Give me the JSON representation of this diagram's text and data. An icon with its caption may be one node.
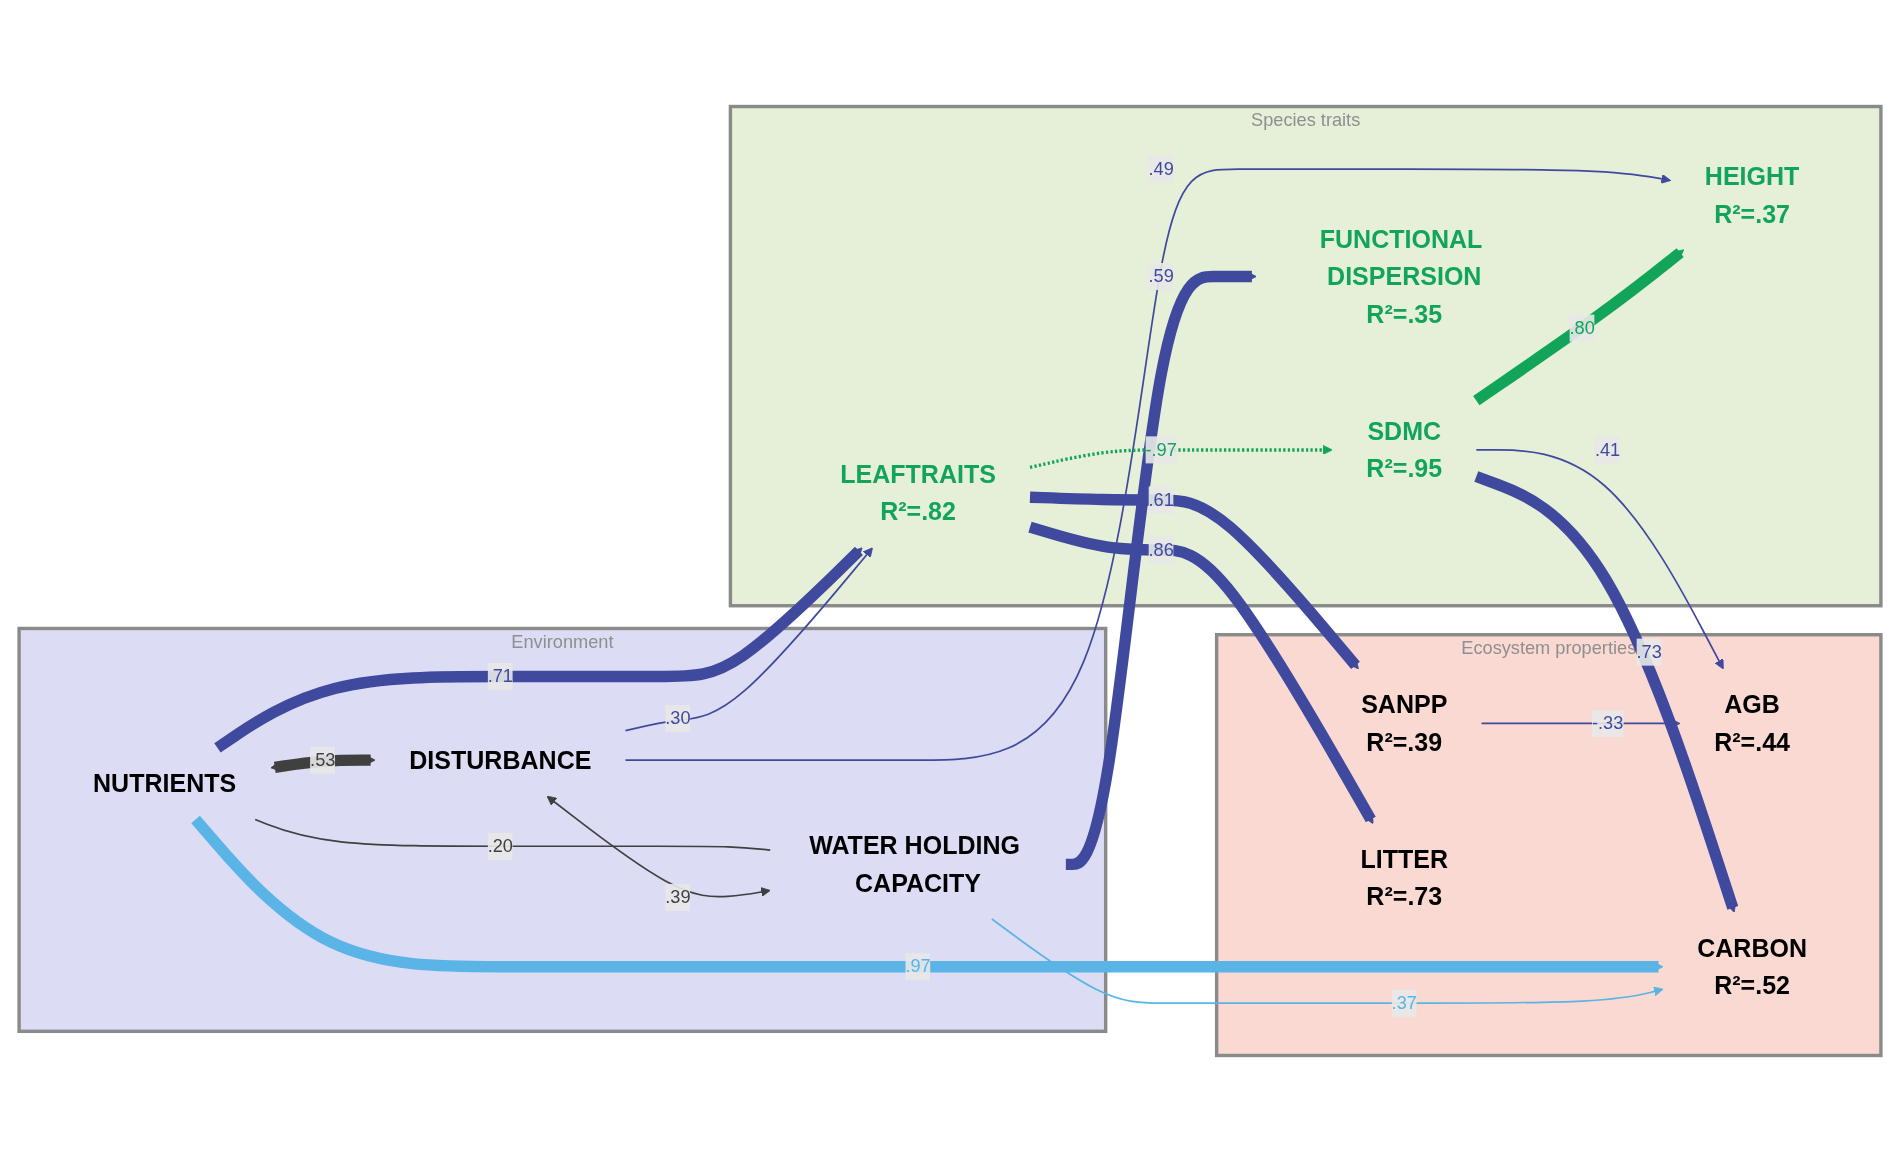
{
  "diagram": {
    "nodes": [
      {
        "text": [
          "Environment"
        ]
      },
      {
        "text": [
          "Species traits"
        ]
      },
      {
        "text": [
          "Ecosystem properties"
        ]
      },
      {
        "text": [
          "NUTRIENTS"
        ],
        "in": 0
      },
      {
        "text": [
          "DISTURBANCE"
        ],
        "in": 0
      },
      {
        "text": [
          "WATER HOLDING CAPACITY"
        ],
        "in": 0
      },
      {
        "text": [
          "SDMC"
        ],
        "in": 1,
        "beside": [
          "R²=.95"
        ]
      },
      {
        "text": [
          "HEIGHT"
        ],
        "in": 1,
        "beside": [
          "R²=.37"
        ]
      },
      {
        "text": [
          "LEAFTRAITS"
        ],
        "in": 1,
        "beside": [
          "R²=.82"
        ]
      },
      {
        "text": [
          "FUNCTIONAL DISPERSION"
        ],
        "in": 1,
        "beside": [
          "R²=.35"
        ]
      },
      {
        "text": [
          "AGB"
        ],
        "in": 2,
        "beside": [
          "R²=.44"
        ]
      },
      {
        "text": [
          "SANPP"
        ],
        "in": 2,
        "beside": [
          "R²=.39"
        ]
      },
      {
        "text": [
          "LITTER"
        ],
        "in": 2,
        "beside": [
          "R²=.73"
        ]
      },
      {
        "text": [
          "CARBON"
        ],
        "in": 2,
        "beside": [
          "R²=.52"
        ]
      }
    ],
    "edges": [
      {
        "from": 3,
        "to": 4,
        "arrow": "both",
        "label": ".53",
        "style": "thick",
        "color": "#404040"
      },
      {
        "from": 3,
        "to": 5,
        "arrow": "none",
        "label": ".20",
        "color": "#404040"
      },
      {
        "from": 4,
        "to": 5,
        "arrow": "both",
        "label": ".39",
        "color": "#404040"
      },
      {
        "from": 3,
        "to": 8,
        "arrow": "to",
        "label": ".71",
        "style": "thick"
      },
      {
        "from": 3,
        "to": 13,
        "arrow": "to",
        "label": ".97",
        "style": "thick",
        "color": "#5ab4e5"
      },
      {
        "from": 4,
        "to": 7,
        "arrow": "to",
        "label": ".49"
      },
      {
        "from": 4,
        "to": 8,
        "arrow": "to",
        "label": ".30"
      },
      {
        "from": 5,
        "to": 9,
        "arrow": "to",
        "label": ".59",
        "style": "thick"
      },
      {
        "from": 5,
        "to": 13,
        "arrow": "to",
        "label": ".37",
        "color": "#5ab4e5"
      },
      {
        "from": 6,
        "to": 7,
        "arrow": "to",
        "label": ".80",
        "style": "thick",
        "color": "#12a55a"
      },
      {
        "from": 8,
        "to": 6,
        "arrow": "to",
        "label": "-.97",
        "style": "dashed",
        "color": "#12a55a"
      },
      {
        "from": 6,
        "to": 10,
        "arrow": "to",
        "label": ".41"
      },
      {
        "from": 6,
        "to": 13,
        "arrow": "to",
        "label": ".73",
        "style": "thick"
      },
      {
        "from": 8,
        "to": 11,
        "arrow": "to",
        "label": ".61",
        "style": "thick"
      },
      {
        "from": 8,
        "to": 12,
        "arrow": "to",
        "label": ".86",
        "style": "thick"
      },
      {
        "from": 11,
        "to": 10,
        "arrow": "to",
        "label": "-.33"
      }
    ]
  }
}
